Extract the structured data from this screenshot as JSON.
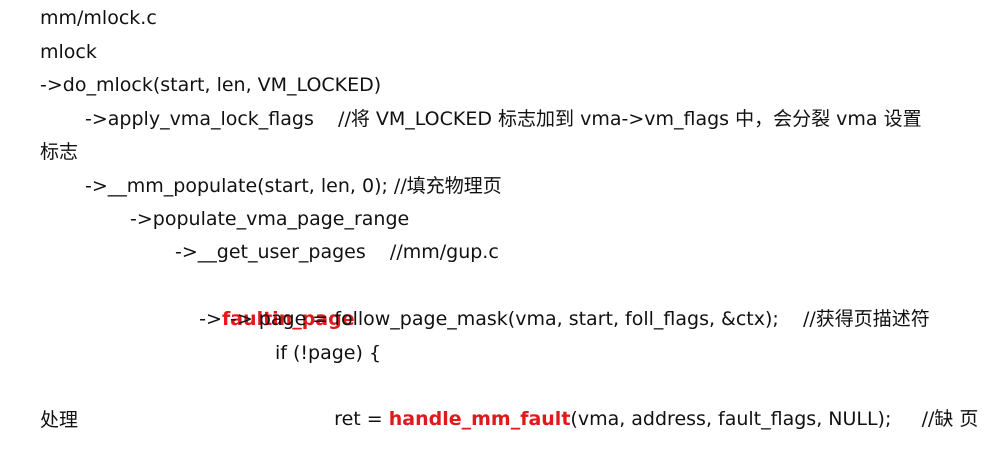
{
  "colors": {
    "text": "#111111",
    "highlight": "#e0191b"
  },
  "lines": {
    "l1": "mm/mlock.c",
    "l2": "mlock",
    "l3": "->do_mlock(start, len, VM_LOCKED)",
    "l4": "->apply_vma_lock_flags    //将 VM_LOCKED 标志加到 vma->vm_flags 中，会分裂 vma 设置",
    "l5": "标志",
    "l6": "->__mm_populate(start, len, 0); //填充物理页",
    "l7": "->populate_vma_page_range",
    "l8": "->__get_user_pages    //mm/gup.c",
    "l9_prefix": "->",
    "l9_func": "faultin_page",
    "l10": "-> page = follow_page_mask(vma, start, foll_flags, &ctx);    //获得页描述符",
    "l11": "if (!page) {",
    "l12_prefix": "ret = ",
    "l12_func": "handle_mm_fault",
    "l12_suffix": "(vma, address, fault_flags, NULL);     //缺 页",
    "l13": "处理"
  }
}
